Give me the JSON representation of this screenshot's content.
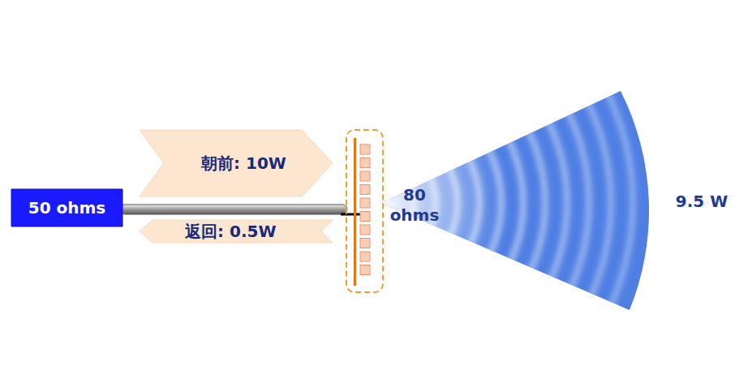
{
  "diagram": {
    "nodes": [
      {
        "text": [
          "50 ohms"
        ]
      },
      {
        "text": [
          "朝前: 10W"
        ]
      },
      {
        "text": [
          "返回: 0.5W"
        ]
      }
    ],
    "labels": [
      "80 ohms",
      "9.5 W"
    ]
  }
}
